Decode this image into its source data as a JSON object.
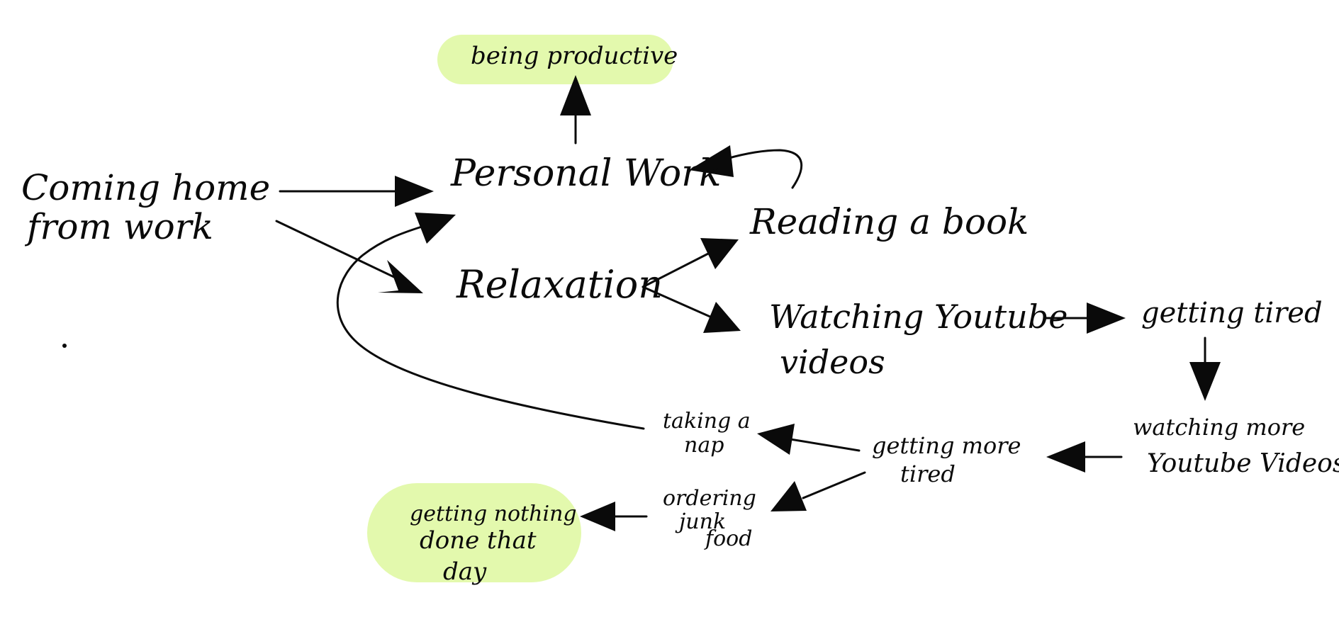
{
  "diagram": {
    "highlight_color": "#e3f9ad",
    "ink_color": "#0a0a0a",
    "nodes": {
      "coming_home_line1": "Coming home",
      "coming_home_line2": "from work",
      "personal_work": "Personal Work",
      "being_productive": "being productive",
      "relaxation": "Relaxation",
      "reading_a_book": "Reading a book",
      "watching_youtube_line1": "Watching Youtube",
      "watching_youtube_line2": "videos",
      "getting_tired": "getting tired",
      "watching_more_line1": "watching more",
      "watching_more_line2": "Youtube Videos",
      "getting_more_tired_line1": "getting more",
      "getting_more_tired_line2": "tired",
      "taking_a_nap_line1": "taking a",
      "taking_a_nap_line2": "nap",
      "ordering_junk_line1": "ordering",
      "ordering_junk_line2": "junk",
      "ordering_junk_line3": "food",
      "nothing_done_line1": "getting nothing",
      "nothing_done_line2": "done that",
      "nothing_done_line3": "day"
    }
  }
}
